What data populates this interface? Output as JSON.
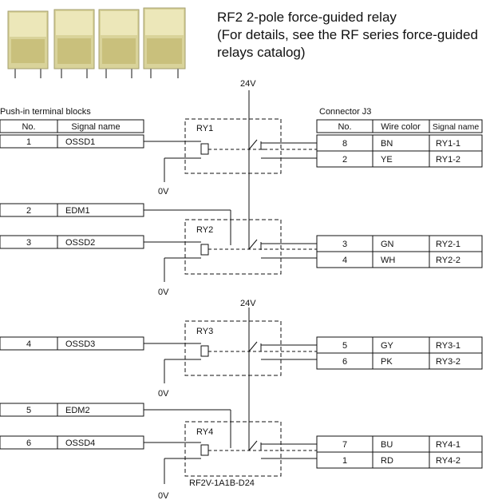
{
  "header": {
    "line1": "RF2 2-pole force-guided relay",
    "line2": "(For details, see the RF series force-guided",
    "line3": " relays catalog)"
  },
  "left_table": {
    "title": "Push-in terminal blocks",
    "col_no": "No.",
    "col_signal": "Signal name",
    "rows": [
      {
        "no": "1",
        "signal": "OSSD1"
      },
      {
        "no": "2",
        "signal": "EDM1"
      },
      {
        "no": "3",
        "signal": "OSSD2"
      },
      {
        "no": "4",
        "signal": "OSSD3"
      },
      {
        "no": "5",
        "signal": "EDM2"
      },
      {
        "no": "6",
        "signal": "OSSD4"
      }
    ]
  },
  "right_table": {
    "title": "Connector J3",
    "col_no": "No.",
    "col_color": "Wire color",
    "col_signal": "Signal name",
    "rows": [
      {
        "no": "8",
        "color": "BN",
        "signal": "RY1-1"
      },
      {
        "no": "2",
        "color": "YE",
        "signal": "RY1-2"
      },
      {
        "no": "3",
        "color": "GN",
        "signal": "RY2-1"
      },
      {
        "no": "4",
        "color": "WH",
        "signal": "RY2-2"
      },
      {
        "no": "5",
        "color": "GY",
        "signal": "RY3-1"
      },
      {
        "no": "6",
        "color": "PK",
        "signal": "RY3-2"
      },
      {
        "no": "7",
        "color": "BU",
        "signal": "RY4-1"
      },
      {
        "no": "1",
        "color": "RD",
        "signal": "RY4-2"
      }
    ]
  },
  "relays": [
    {
      "label": "RY1"
    },
    {
      "label": "RY2"
    },
    {
      "label": "RY3"
    },
    {
      "label": "RY4"
    }
  ],
  "supply": {
    "v24": "24V",
    "v0": "0V"
  },
  "part_number": "RF2V-1A1B-D24"
}
